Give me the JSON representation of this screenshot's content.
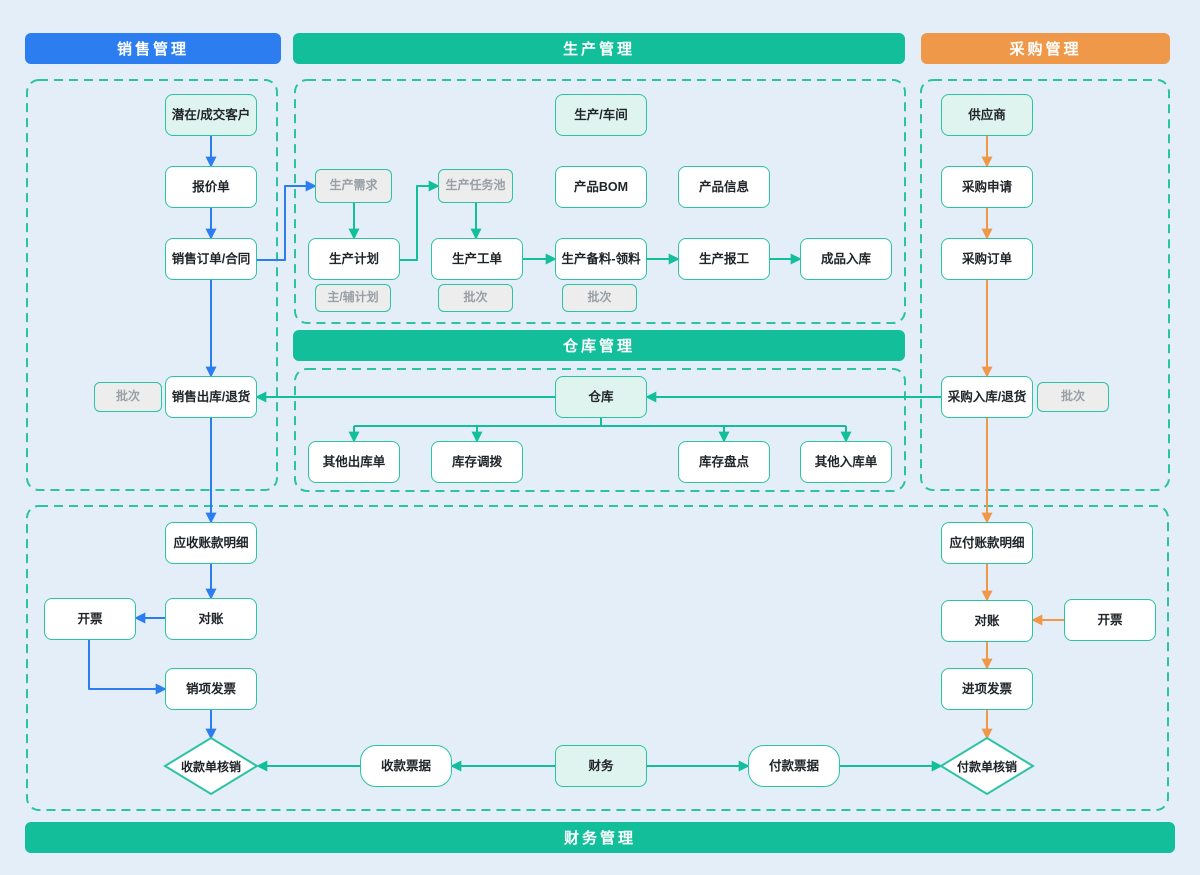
{
  "bars": {
    "sales": "销售管理",
    "production": "生产管理",
    "procurement": "采购管理",
    "warehouse": "仓库管理",
    "finance": "财务管理"
  },
  "sales": {
    "customer": "潜在/成交客户",
    "quotation": "报价单",
    "order": "销售订单/合同",
    "outbound": "销售出库/退货",
    "batch": "批次",
    "ar_detail": "应收账款明细",
    "reconcile": "对账",
    "invoice": "开票",
    "sales_invoice": "销项发票",
    "receipt_writeoff": "收款单核销"
  },
  "production": {
    "workshop": "生产/车间",
    "demand": "生产需求",
    "task_pool": "生产任务池",
    "bom": "产品BOM",
    "info": "产品信息",
    "plan": "生产计划",
    "work_order": "生产工单",
    "material": "生产备料-领料",
    "report": "生产报工",
    "finished_inbound": "成品入库",
    "main_aux_plan": "主/辅计划",
    "batch_work_order": "批次",
    "batch_material": "批次"
  },
  "warehouse": {
    "warehouse": "仓库",
    "other_outbound": "其他出库单",
    "transfer": "库存调拨",
    "stocktake": "库存盘点",
    "other_inbound": "其他入库单"
  },
  "procurement": {
    "supplier": "供应商",
    "request": "采购申请",
    "order": "采购订单",
    "inbound": "采购入库/退货",
    "batch": "批次",
    "ap_detail": "应付账款明细",
    "reconcile": "对账",
    "invoice": "开票",
    "purchase_invoice": "进项发票",
    "payment_writeoff": "付款单核销"
  },
  "finance_flow": {
    "receipt_note": "收款票据",
    "finance": "财务",
    "payment_note": "付款票据"
  },
  "colors": {
    "background": "#e4eef9",
    "blue": "#2b7df0",
    "green": "#13bf9b",
    "teal_border": "#2bc3a0",
    "orange": "#f0984a",
    "mint_fill": "#dff4ee",
    "gray_fill": "#ededed",
    "gray_text": "#9aa0a6",
    "text": "#212529"
  }
}
